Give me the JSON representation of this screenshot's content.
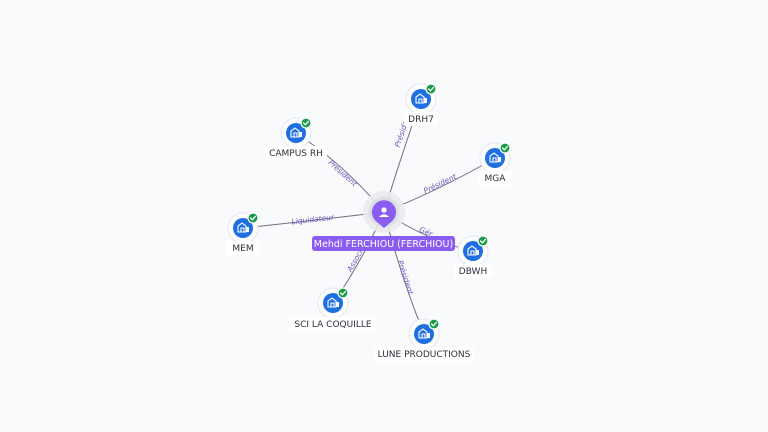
{
  "center": {
    "name": "Mehdi FERCHIOU (FERCHIOU)",
    "icon": "person-icon",
    "accent": "#8a5cf0"
  },
  "companies": [
    {
      "id": "drh7",
      "name": "DRH7",
      "role": "Président",
      "icon": "company-icon",
      "verified": true
    },
    {
      "id": "campus-rh",
      "name": "CAMPUS RH",
      "role": "Président",
      "icon": "company-icon",
      "verified": true
    },
    {
      "id": "mga",
      "name": "MGA",
      "role": "Président",
      "icon": "company-icon",
      "verified": true
    },
    {
      "id": "mem",
      "name": "MEM",
      "role": "Liquidateur",
      "icon": "company-icon",
      "verified": true
    },
    {
      "id": "dbwh",
      "name": "DBWH",
      "role": "Gér",
      "icon": "company-icon",
      "verified": true
    },
    {
      "id": "sci-la-coquille",
      "name": "SCI LA COQUILLE",
      "role": "Associ",
      "icon": "company-icon",
      "verified": true
    },
    {
      "id": "lune-productions",
      "name": "LUNE PRODUCTIONS",
      "role": "Président",
      "icon": "company-icon",
      "verified": true
    }
  ],
  "colors": {
    "company_icon": "#1f6fe0",
    "verified_badge": "#1a9b4b",
    "edge_label": "#6d55c4"
  }
}
